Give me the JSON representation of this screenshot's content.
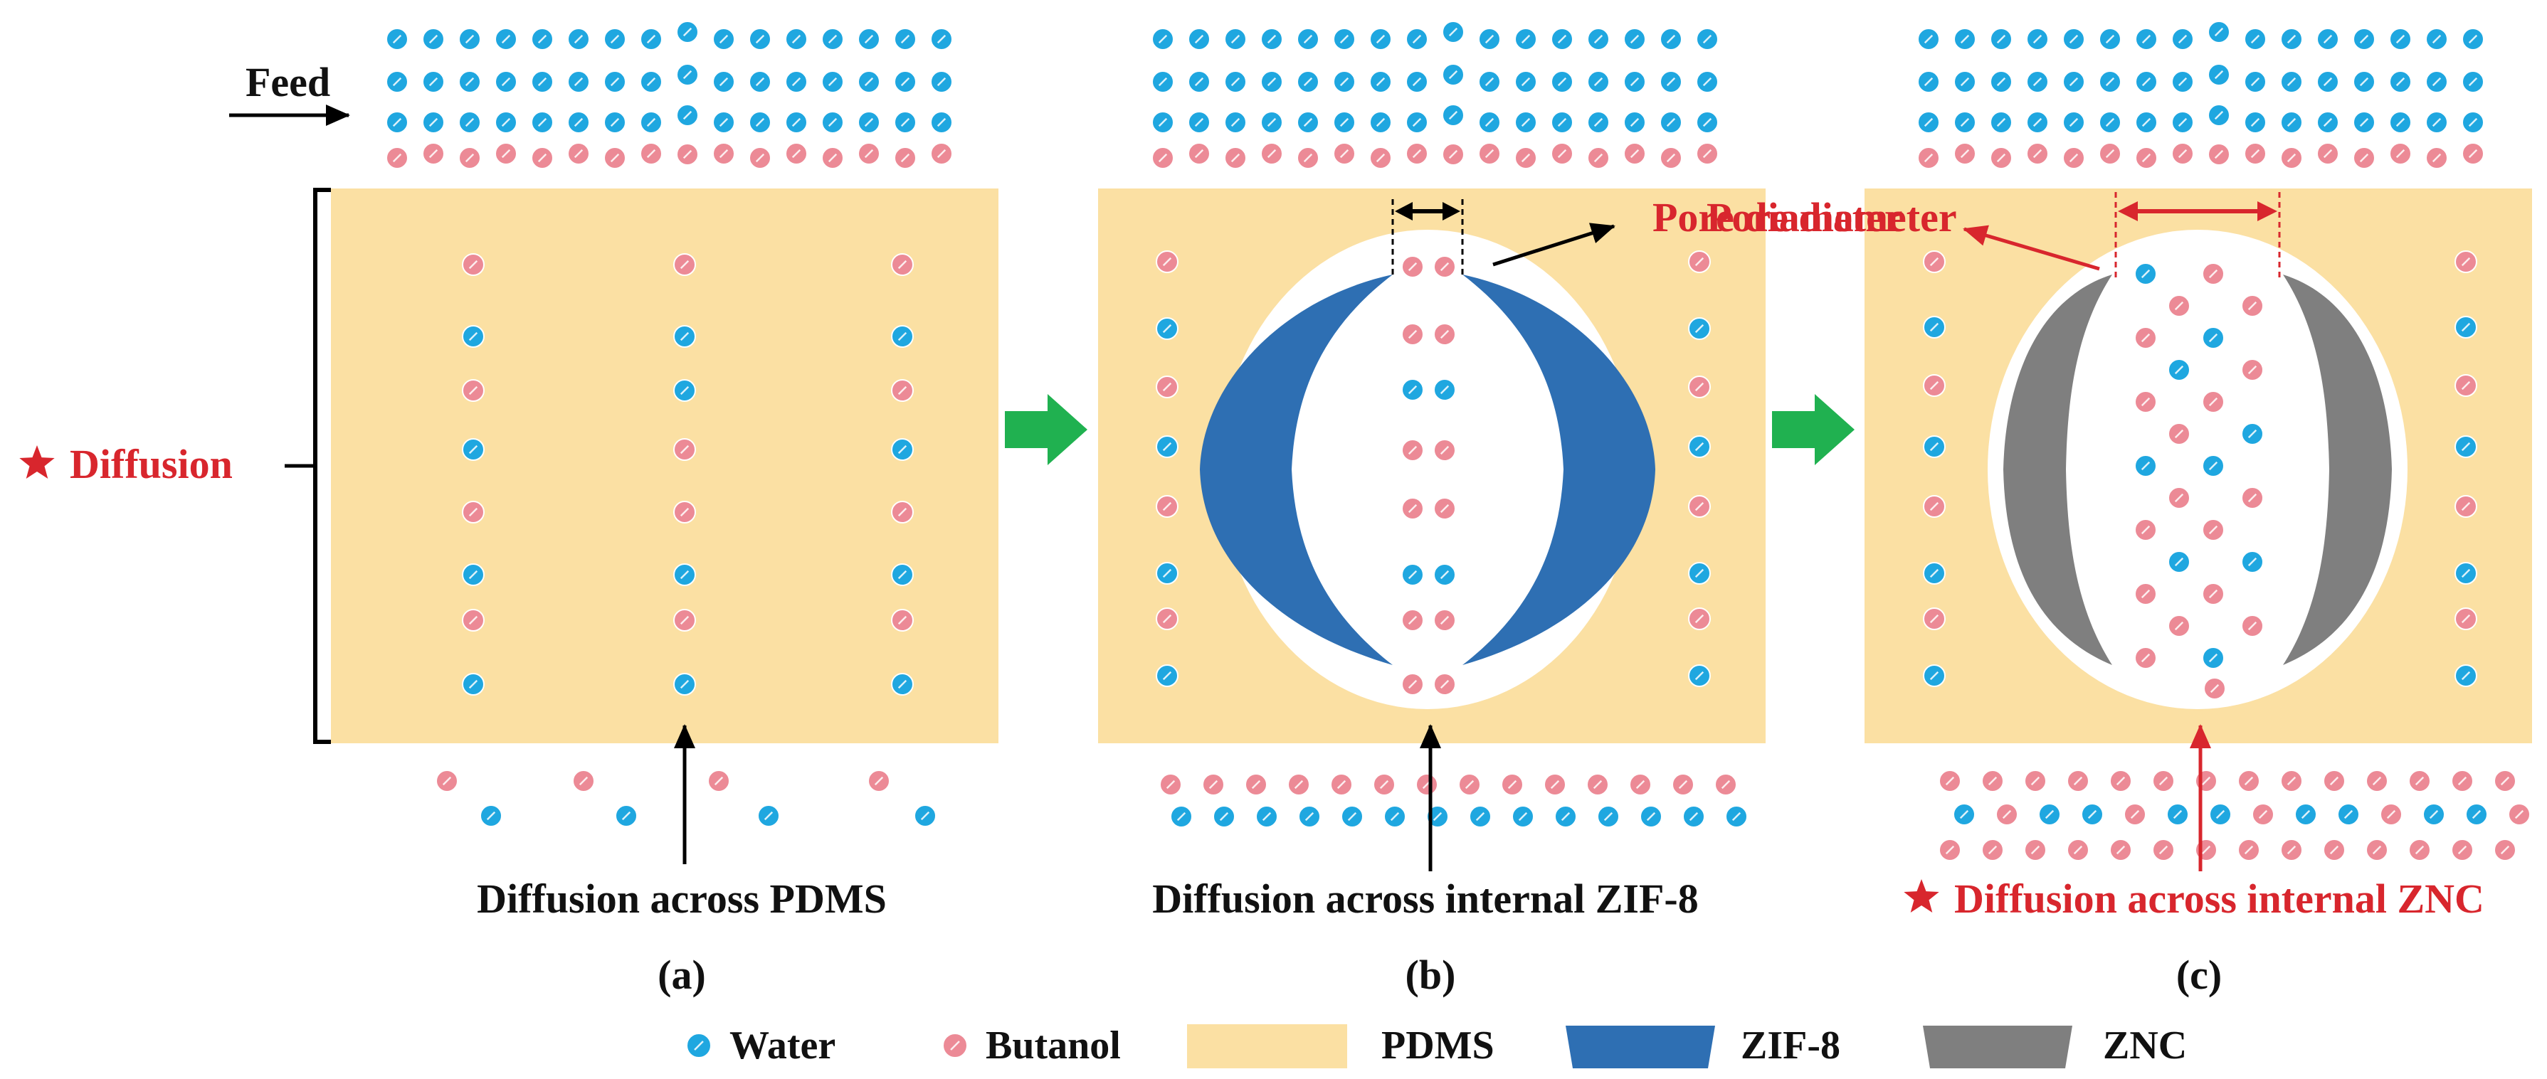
{
  "colors": {
    "water": "#1fa7e0",
    "butanol": "#ec8a96",
    "pdms": "#fbe0a3",
    "zif8": "#2e6fb3",
    "znc": "#7f7f7f",
    "arrow_green": "#20b150",
    "accent_red": "#d8262d"
  },
  "labels": {
    "feed": "Feed",
    "diffusion_left": "Diffusion",
    "pore_b": "Pore diameter",
    "pore_c": "Pore diameter",
    "caption_a": "Diffusion  across PDMS",
    "caption_b": "Diffusion  across internal ZIF-8",
    "caption_c": "Diffusion  across internal ZNC",
    "panel_a": "(a)",
    "panel_b": "(b)",
    "panel_c": "(c)"
  },
  "legend": {
    "water": "Water",
    "butanol": "Butanol",
    "pdms": "PDMS",
    "zif8": "ZIF-8",
    "znc": "ZNC"
  },
  "icons": [
    "star-icon",
    "water-molecule-icon",
    "butanol-molecule-icon",
    "right-arrow-icon"
  ]
}
